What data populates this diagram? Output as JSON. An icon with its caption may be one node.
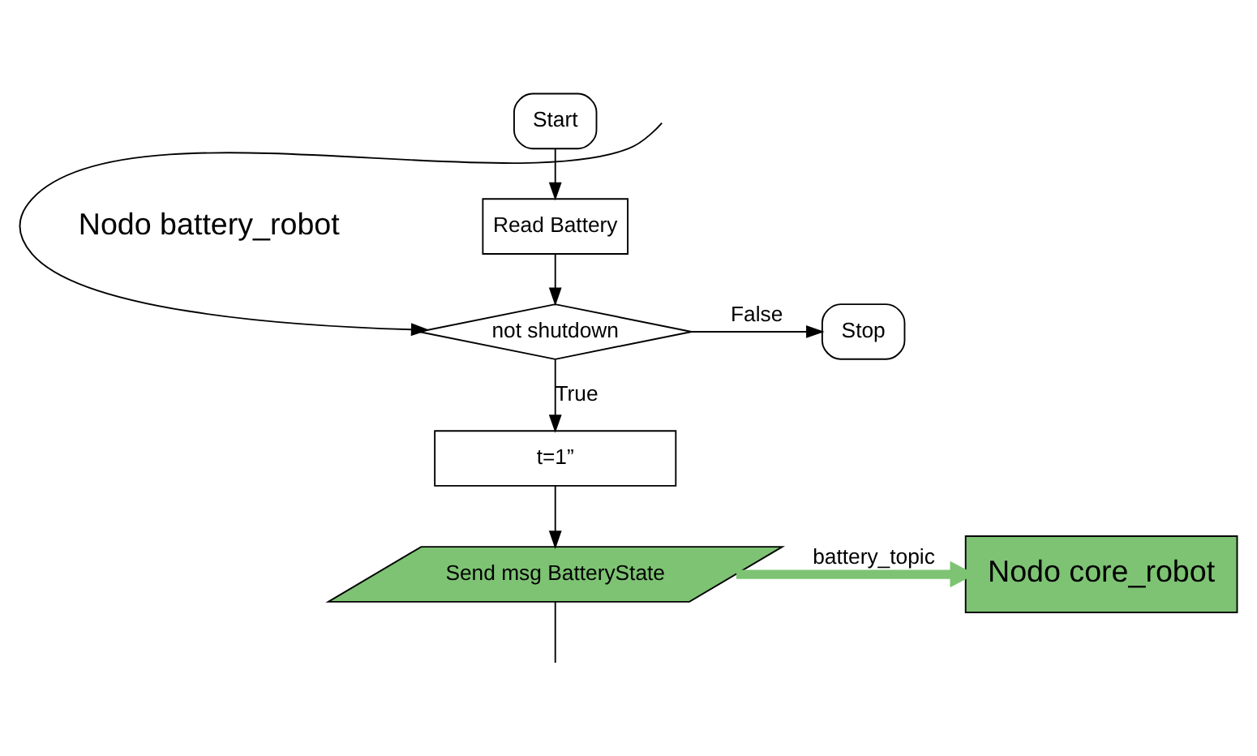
{
  "diagram": {
    "nodes": [
      {
        "text": [
          "Start"
        ]
      },
      {
        "text": [
          "Read Battery"
        ]
      },
      {
        "text": [
          "not shutdown"
        ]
      },
      {
        "text": [
          "Stop"
        ]
      },
      {
        "text": [
          "t=1”"
        ]
      },
      {
        "text": [
          "Send msg BatteryState"
        ]
      },
      {
        "text": [
          "Nodo core_robot"
        ]
      }
    ],
    "edges": [
      {
        "from": 0,
        "to": 1,
        "arrow": "to"
      },
      {
        "from": 1,
        "to": 2,
        "arrow": "to"
      },
      {
        "from": 2,
        "to": 3,
        "arrow": "to",
        "label": "False"
      },
      {
        "from": 2,
        "to": 4,
        "arrow": "to",
        "label": "True"
      },
      {
        "from": 4,
        "to": 5,
        "arrow": "to"
      },
      {
        "from": 5,
        "to": 6,
        "arrow": "to",
        "label": "battery_topic",
        "style": "thick",
        "color": "#7dc373"
      },
      {
        "from": 5,
        "to": null,
        "arrow": "none"
      },
      {
        "from": null,
        "to": 2,
        "arrow": "to"
      }
    ],
    "labels": [
      "Nodo battery_robot"
    ]
  }
}
